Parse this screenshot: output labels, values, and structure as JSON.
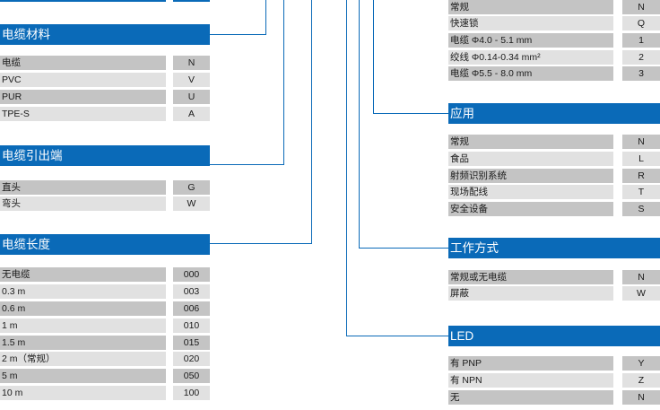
{
  "left": {
    "sections": [
      {
        "title": "电缆材料",
        "rows": [
          {
            "label": "电缆",
            "code": "N"
          },
          {
            "label": "PVC",
            "code": "V"
          },
          {
            "label": "PUR",
            "code": "U"
          },
          {
            "label": "TPE-S",
            "code": "A"
          }
        ]
      },
      {
        "title": "电缆引出端",
        "rows": [
          {
            "label": "直头",
            "code": "G"
          },
          {
            "label": "弯头",
            "code": "W"
          }
        ]
      },
      {
        "title": "电缆长度",
        "rows": [
          {
            "label": "无电缆",
            "code": "000"
          },
          {
            "label": "0.3 m",
            "code": "003"
          },
          {
            "label": "0.6 m",
            "code": "006"
          },
          {
            "label": "1 m",
            "code": "010"
          },
          {
            "label": "1.5 m",
            "code": "015"
          },
          {
            "label": "2 m（常规）",
            "code": "020"
          },
          {
            "label": "5 m",
            "code": "050"
          },
          {
            "label": "10 m",
            "code": "100"
          }
        ]
      }
    ]
  },
  "right": {
    "top_rows": [
      {
        "label": "常规",
        "code": "N"
      },
      {
        "label": "快速锁",
        "code": "Q"
      },
      {
        "label": "电缆 Φ4.0 - 5.1 mm",
        "code": "1"
      },
      {
        "label": "绞线 Φ0.14-0.34 mm²",
        "code": "2"
      },
      {
        "label": "电缆 Φ5.5 - 8.0 mm",
        "code": "3"
      }
    ],
    "sections": [
      {
        "title": "应用",
        "rows": [
          {
            "label": "常规",
            "code": "N"
          },
          {
            "label": "食品",
            "code": "L"
          },
          {
            "label": "射频识别系统",
            "code": "R"
          },
          {
            "label": "现场配线",
            "code": "T"
          },
          {
            "label": "安全设备",
            "code": "S"
          }
        ]
      },
      {
        "title": "工作方式",
        "rows": [
          {
            "label": "常规或无电缆",
            "code": "N"
          },
          {
            "label": "屏蔽",
            "code": "W"
          }
        ]
      },
      {
        "title": "LED",
        "rows": [
          {
            "label": "有 PNP",
            "code": "Y"
          },
          {
            "label": "有 NPN",
            "code": "Z"
          },
          {
            "label": "无",
            "code": "N"
          }
        ]
      }
    ]
  }
}
